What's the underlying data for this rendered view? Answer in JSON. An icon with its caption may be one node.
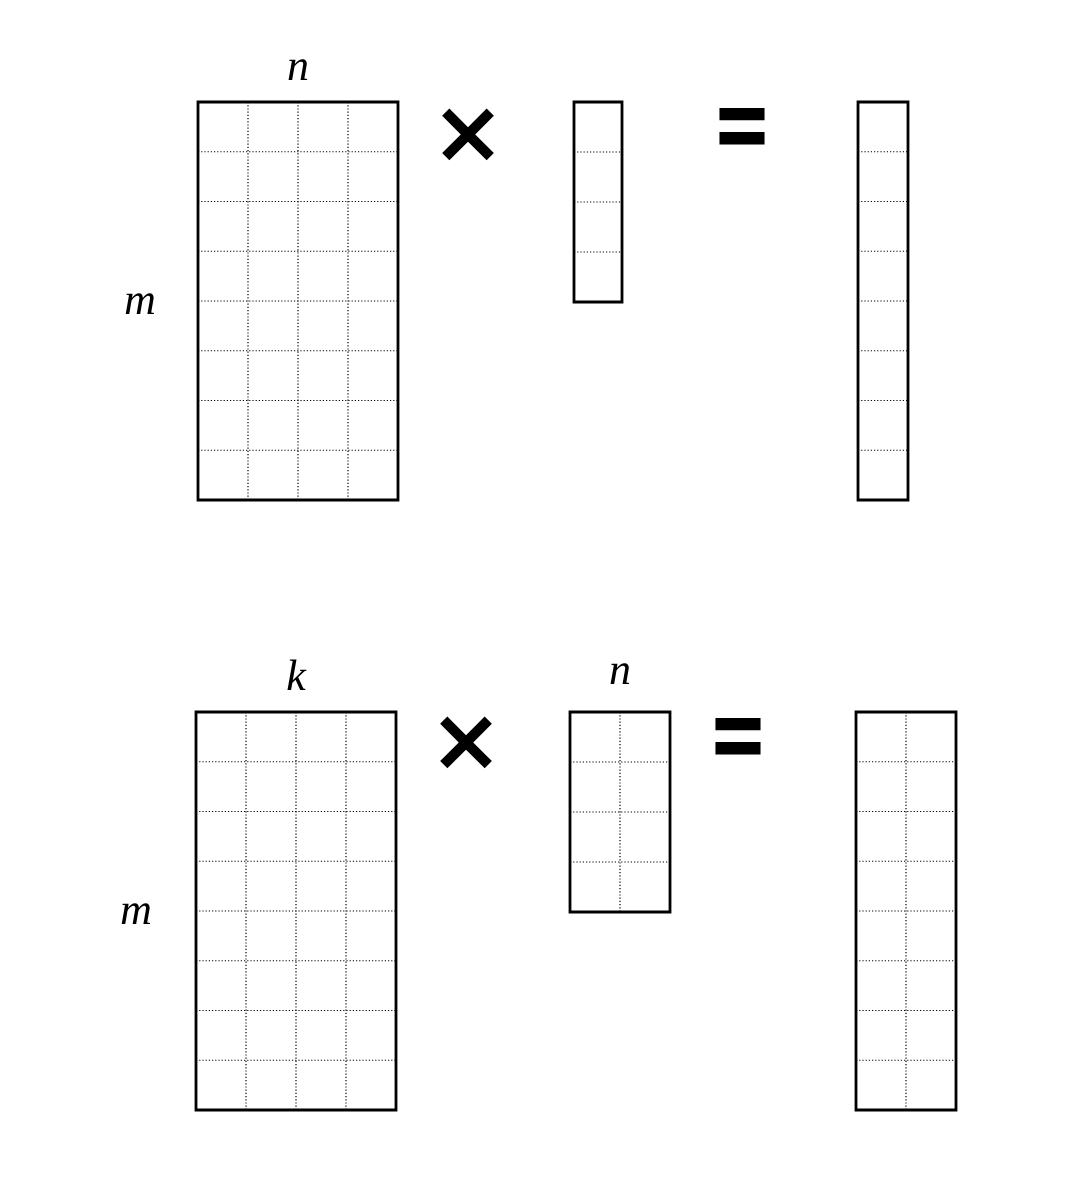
{
  "diagram": {
    "nodes": [
      {
        "text": [],
        "shape": "grid",
        "beside": [
          "n",
          "m"
        ]
      },
      {
        "text": [],
        "shape": "grid"
      },
      {
        "text": [],
        "shape": "grid"
      },
      {
        "text": [],
        "shape": "grid",
        "beside": [
          "k",
          "m"
        ]
      },
      {
        "text": [],
        "shape": "grid",
        "beside": [
          "n"
        ]
      },
      {
        "text": [],
        "shape": "grid"
      }
    ],
    "labels": [
      "×",
      "=",
      "×",
      "="
    ]
  }
}
